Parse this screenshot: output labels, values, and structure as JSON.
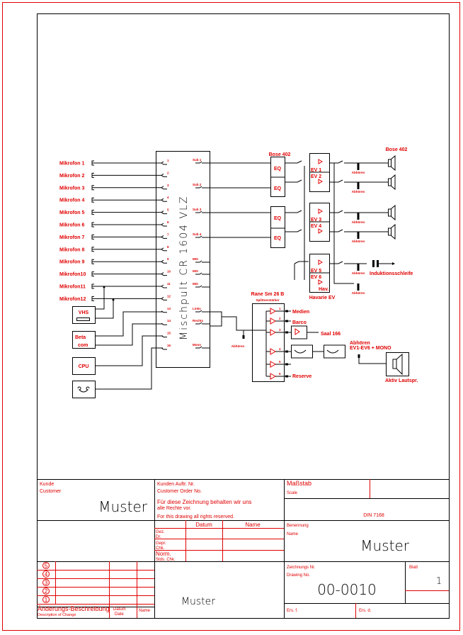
{
  "diagram": {
    "mixer": {
      "title": "Mischpult CR 1604 VLZ",
      "inputs": [
        "1",
        "2",
        "3",
        "4",
        "5",
        "6",
        "7",
        "8",
        "9",
        "10",
        "11",
        "12",
        "13",
        "14",
        "15",
        "16"
      ],
      "outputs": [
        "Sub 1",
        "Sub 2",
        "Sub 3",
        "Sub 4",
        "MIX",
        "MIX",
        "MIX",
        "Links",
        "Rechts",
        "Mono"
      ]
    },
    "microphones": [
      "Mikrofon 1",
      "Mikrofon 2",
      "Mikrofon 3",
      "Mikrofon 4",
      "Mikrofon 5",
      "Mikrofon 6",
      "Mikrofon 7",
      "Mikrofon 8",
      "Mikrofon 9",
      "Mikrofon10",
      "Mikrofon11",
      "Mikrofon12"
    ],
    "sources": {
      "vhs": "VHS",
      "beta1": "Beta",
      "beta2": "com",
      "cpu": "CPU"
    },
    "eq_label": "EQ",
    "eq_group_label": "Bose 402",
    "amps": {
      "ev12": [
        "EV 1",
        "EV 2"
      ],
      "ev34": [
        "EV 3",
        "EV 4"
      ],
      "ev56": [
        "EV 5",
        "EV 6"
      ],
      "hav": "Hav.",
      "havarie": "Havarie EV"
    },
    "speaker_group_label": "Bose 402",
    "abhoren": "Abhören",
    "induktion": "Induktionsschleife",
    "splitter": {
      "title": "Rane Sm 26 B",
      "subtitle": "Splittverstärker",
      "channels": [
        "1",
        "2",
        "3",
        "4",
        "5",
        "6"
      ],
      "outputs": {
        "medien": "Medien",
        "barco": "Barco",
        "saal": "Saal 166",
        "reserve": "Reserve"
      }
    },
    "monitor": {
      "label1": "Abhören",
      "label2": "EV1-EV6 + MONO",
      "speaker": "Aktiv Lautspr."
    }
  },
  "title_block": {
    "kunde": "Kunde",
    "customer": "Customer",
    "customer_value": "Muster",
    "order_de": "Kunden Auftr. Nr.",
    "order_en": "Customer Order No.",
    "rights_de1": "Für diese Zeichnung behalten wir uns",
    "rights_de2": "alle Rechte vor.",
    "rights_en": "For this drawing all rights reserved.",
    "massstab": "Maßstab",
    "scale": "Scale",
    "din": "DIN 7168",
    "datum": "Datum",
    "name": "Name",
    "gez": "Gez.",
    "dr": "Dr.",
    "gepr": "Gepr.",
    "chk": "Chk.",
    "norm": "Norm.",
    "stds": "Stds. Chk.",
    "benennung": "Benennung",
    "name_en": "Name",
    "name_value": "Muster",
    "revisions": [
      "5",
      "4",
      "3",
      "2",
      "1"
    ],
    "aenderung": "Änderungs-Beschreibung",
    "desc_change": "Description of Change",
    "datum2": "Datum",
    "date": "Date",
    "name2": "Name",
    "center_value": "Muster",
    "zeichnungs": "Zeichnungs Nr.",
    "drawing_no": "Drawing No.",
    "drawing_value": "00-0010",
    "blatt": "Blatt",
    "blatt_value": "1",
    "ers_f": "Ers. f.",
    "ers_d": "Ers. d."
  }
}
